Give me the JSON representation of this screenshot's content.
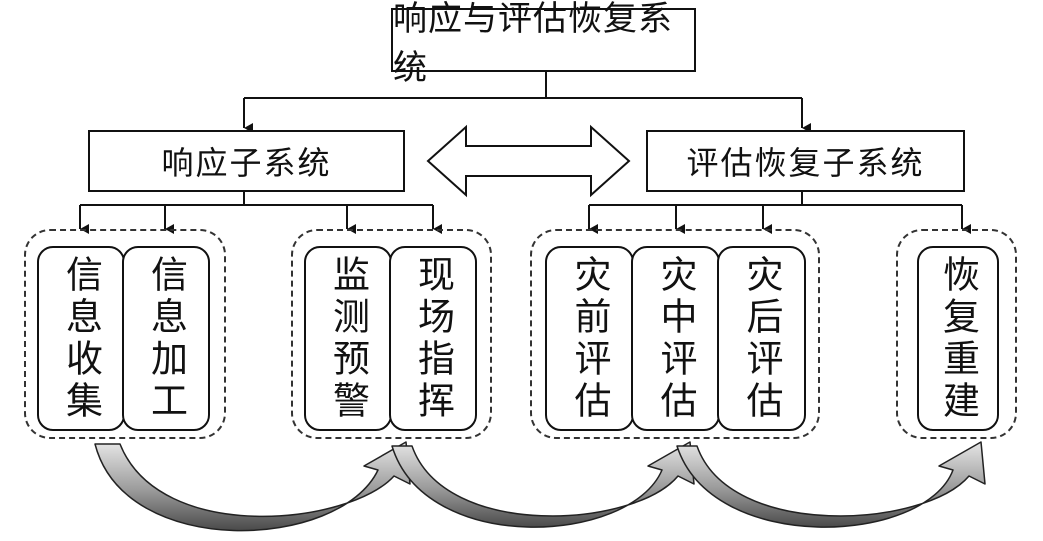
{
  "root": {
    "label": "响应与评估恢复系统"
  },
  "subsystems": {
    "response": {
      "label": "响应子系统"
    },
    "evaluation": {
      "label": "评估恢复子系统"
    }
  },
  "groups": [
    {
      "id": "info",
      "items": [
        "信息收集",
        "信息加工"
      ]
    },
    {
      "id": "monitor",
      "items": [
        "监测预警",
        "现场指挥"
      ]
    },
    {
      "id": "assess",
      "items": [
        "灾前评估",
        "灾中评估",
        "灾后评估"
      ]
    },
    {
      "id": "recover",
      "items": [
        "恢复重建"
      ]
    }
  ],
  "colors": {
    "line": "#111111",
    "arrow_fill": "#9a9a9a",
    "arrow_dark": "#5a5a5a"
  }
}
